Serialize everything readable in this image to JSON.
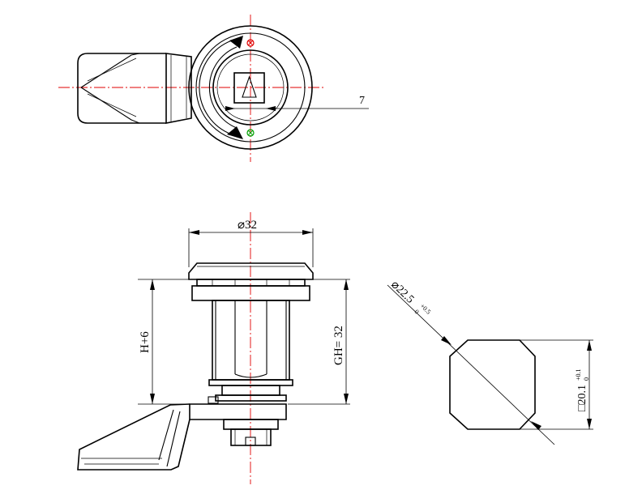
{
  "dimensions": {
    "top_callout": "7",
    "diameter_head": "⌀32",
    "height_left": "H+6",
    "height_right": "GH= 32",
    "hole_diameter": "⌀22.5",
    "hole_diameter_tol_upper": "+0.5",
    "hole_diameter_tol_lower": "0",
    "square_size": "□20.1",
    "square_tol_upper": "+0.1",
    "square_tol_lower": "0"
  },
  "colors": {
    "centerline": "#e00000",
    "marker_top": "#e00000",
    "marker_bottom": "#00a000",
    "outline": "#000000"
  },
  "icons": {
    "rotation_arrow": "rotation-arrow-icon",
    "triangle_key": "triangle-key-icon"
  }
}
